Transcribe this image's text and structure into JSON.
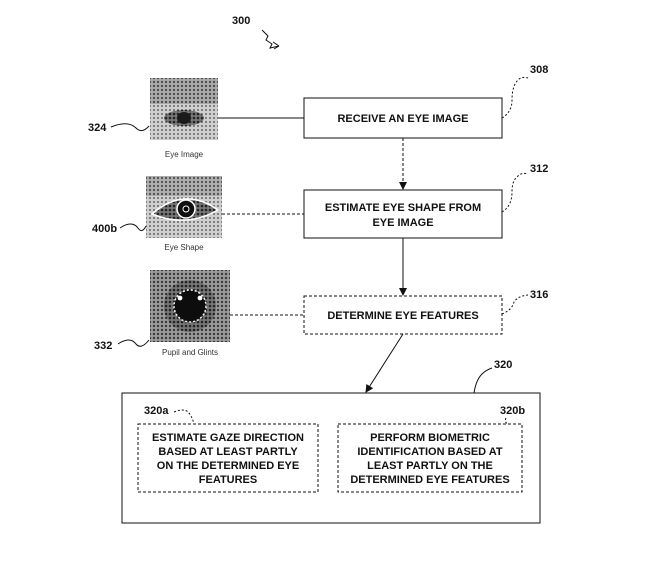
{
  "figure": {
    "ref": "300"
  },
  "images": [
    {
      "ref": "324",
      "caption": "Eye Image"
    },
    {
      "ref": "400b",
      "caption": "Eye Shape"
    },
    {
      "ref": "332",
      "caption": "Pupil and Glints"
    }
  ],
  "steps": [
    {
      "ref": "308",
      "lines": [
        "RECEIVE AN EYE IMAGE"
      ]
    },
    {
      "ref": "312",
      "lines": [
        "ESTIMATE EYE SHAPE FROM",
        "EYE IMAGE"
      ]
    },
    {
      "ref": "316",
      "lines": [
        "DETERMINE EYE FEATURES"
      ]
    }
  ],
  "outcomes": {
    "ref": "320",
    "items": [
      {
        "ref": "320a",
        "lines": [
          "ESTIMATE GAZE DIRECTION",
          "BASED AT LEAST PARTLY",
          "ON THE DETERMINED EYE",
          "FEATURES"
        ]
      },
      {
        "ref": "320b",
        "lines": [
          "PERFORM BIOMETRIC",
          "IDENTIFICATION BASED AT",
          "LEAST PARTLY ON THE",
          "DETERMINED EYE FEATURES"
        ]
      }
    ]
  }
}
